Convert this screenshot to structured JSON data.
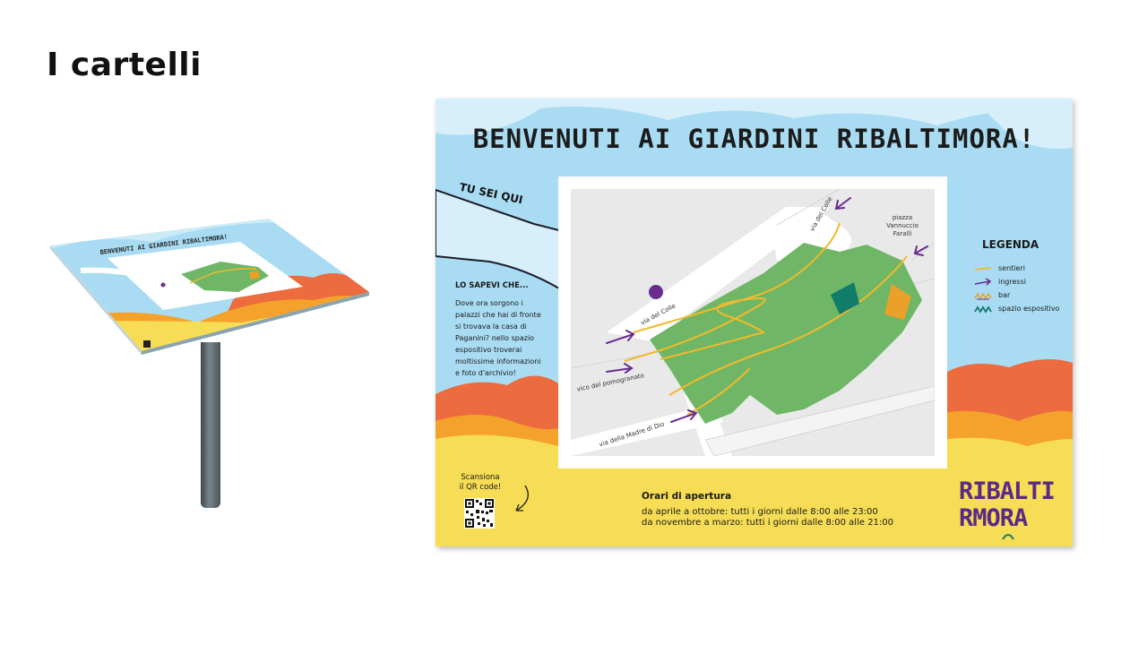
{
  "slide": {
    "title": "I cartelli"
  },
  "poster": {
    "title": "BENVENUTI AI GIARDINI RIBALTIMORA!",
    "pointer_label": "TU SEI QUI",
    "did_you_know": {
      "heading": "LO SAPEVI CHE...",
      "text": "Dove ora sorgono i palazzi che hai di fronte si trovava la casa di Paganini? nello spazio espositivo troverai moltissime informazioni e foto d'archivio!"
    },
    "legend": {
      "heading": "LEGENDA",
      "items": [
        {
          "label": "sentieri",
          "icon": "path-line-icon",
          "color": "#f2b92b"
        },
        {
          "label": "ingressi",
          "icon": "entrance-arrow-icon",
          "color": "#6a2c8f"
        },
        {
          "label": "bar",
          "icon": "bar-icon",
          "color": "#e9a12a"
        },
        {
          "label": "spazio espositivo",
          "icon": "exhibition-space-icon",
          "color": "#127c6a"
        }
      ]
    },
    "map": {
      "labels": {
        "via_del_colle_top": "via del Colle",
        "piazza": "piazza Vannuccio Faralli",
        "via_del_colle_left": "via del Colle",
        "vico": "vico del pomogranato",
        "via_madre": "via della Madre di Dio"
      }
    },
    "qr": {
      "label": "Scansiona il QR code!"
    },
    "hours": {
      "heading": "Orari di apertura",
      "line1": "da aprile a ottobre: tutti i giorni dalle 8:00 alle 23:00",
      "line2": "da novembre a marzo: tutti i giorni dalle 8:00 alle 21:00"
    },
    "logo": {
      "line1": "RIBALTI",
      "line2": "RMORA"
    }
  },
  "colors": {
    "sky": "#a9dcf3",
    "cloud": "#d7effa",
    "orange": "#ec6b3f",
    "yellow": "#f6dd55",
    "garden": "#6fb766",
    "path": "#f2b92b",
    "purple": "#6a2c8f",
    "teal": "#127c6a"
  }
}
